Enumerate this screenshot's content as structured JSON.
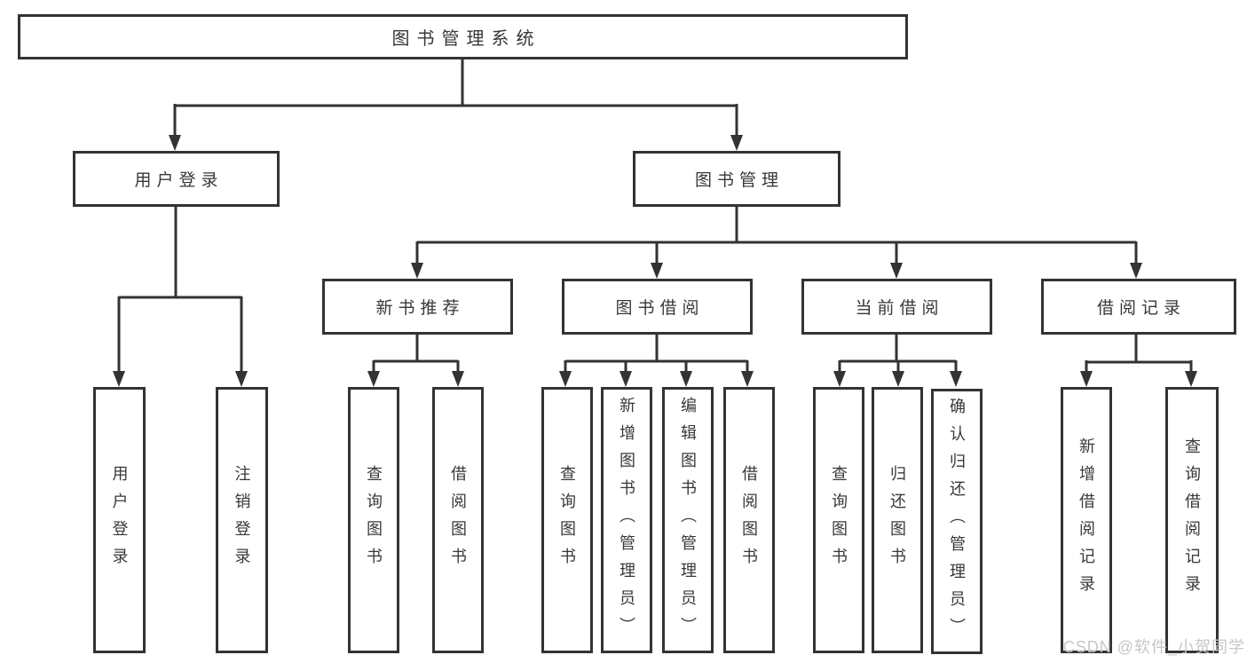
{
  "tree": {
    "root": "图书管理系统",
    "branches": [
      {
        "label": "用户登录",
        "leaves": [
          "用户登录",
          "注销登录"
        ]
      },
      {
        "label": "图书管理",
        "groups": [
          {
            "label": "新书推荐",
            "leaves": [
              "查询图书",
              "借阅图书"
            ]
          },
          {
            "label": "图书借阅",
            "leaves": [
              "查询图书",
              "新增图书（管理员）",
              "编辑图书（管理员）",
              "借阅图书"
            ]
          },
          {
            "label": "当前借阅",
            "leaves": [
              "查询图书",
              "归还图书",
              "确认归还（管理员）"
            ]
          },
          {
            "label": "借阅记录",
            "leaves": [
              "新增借阅记录",
              "查询借阅记录"
            ]
          }
        ]
      }
    ]
  },
  "watermark": "CSDN @软件_小贺同学",
  "colors": {
    "line": "#333333",
    "text": "#383838",
    "watermark": "#c7c7c7",
    "background": "#ffffff"
  }
}
